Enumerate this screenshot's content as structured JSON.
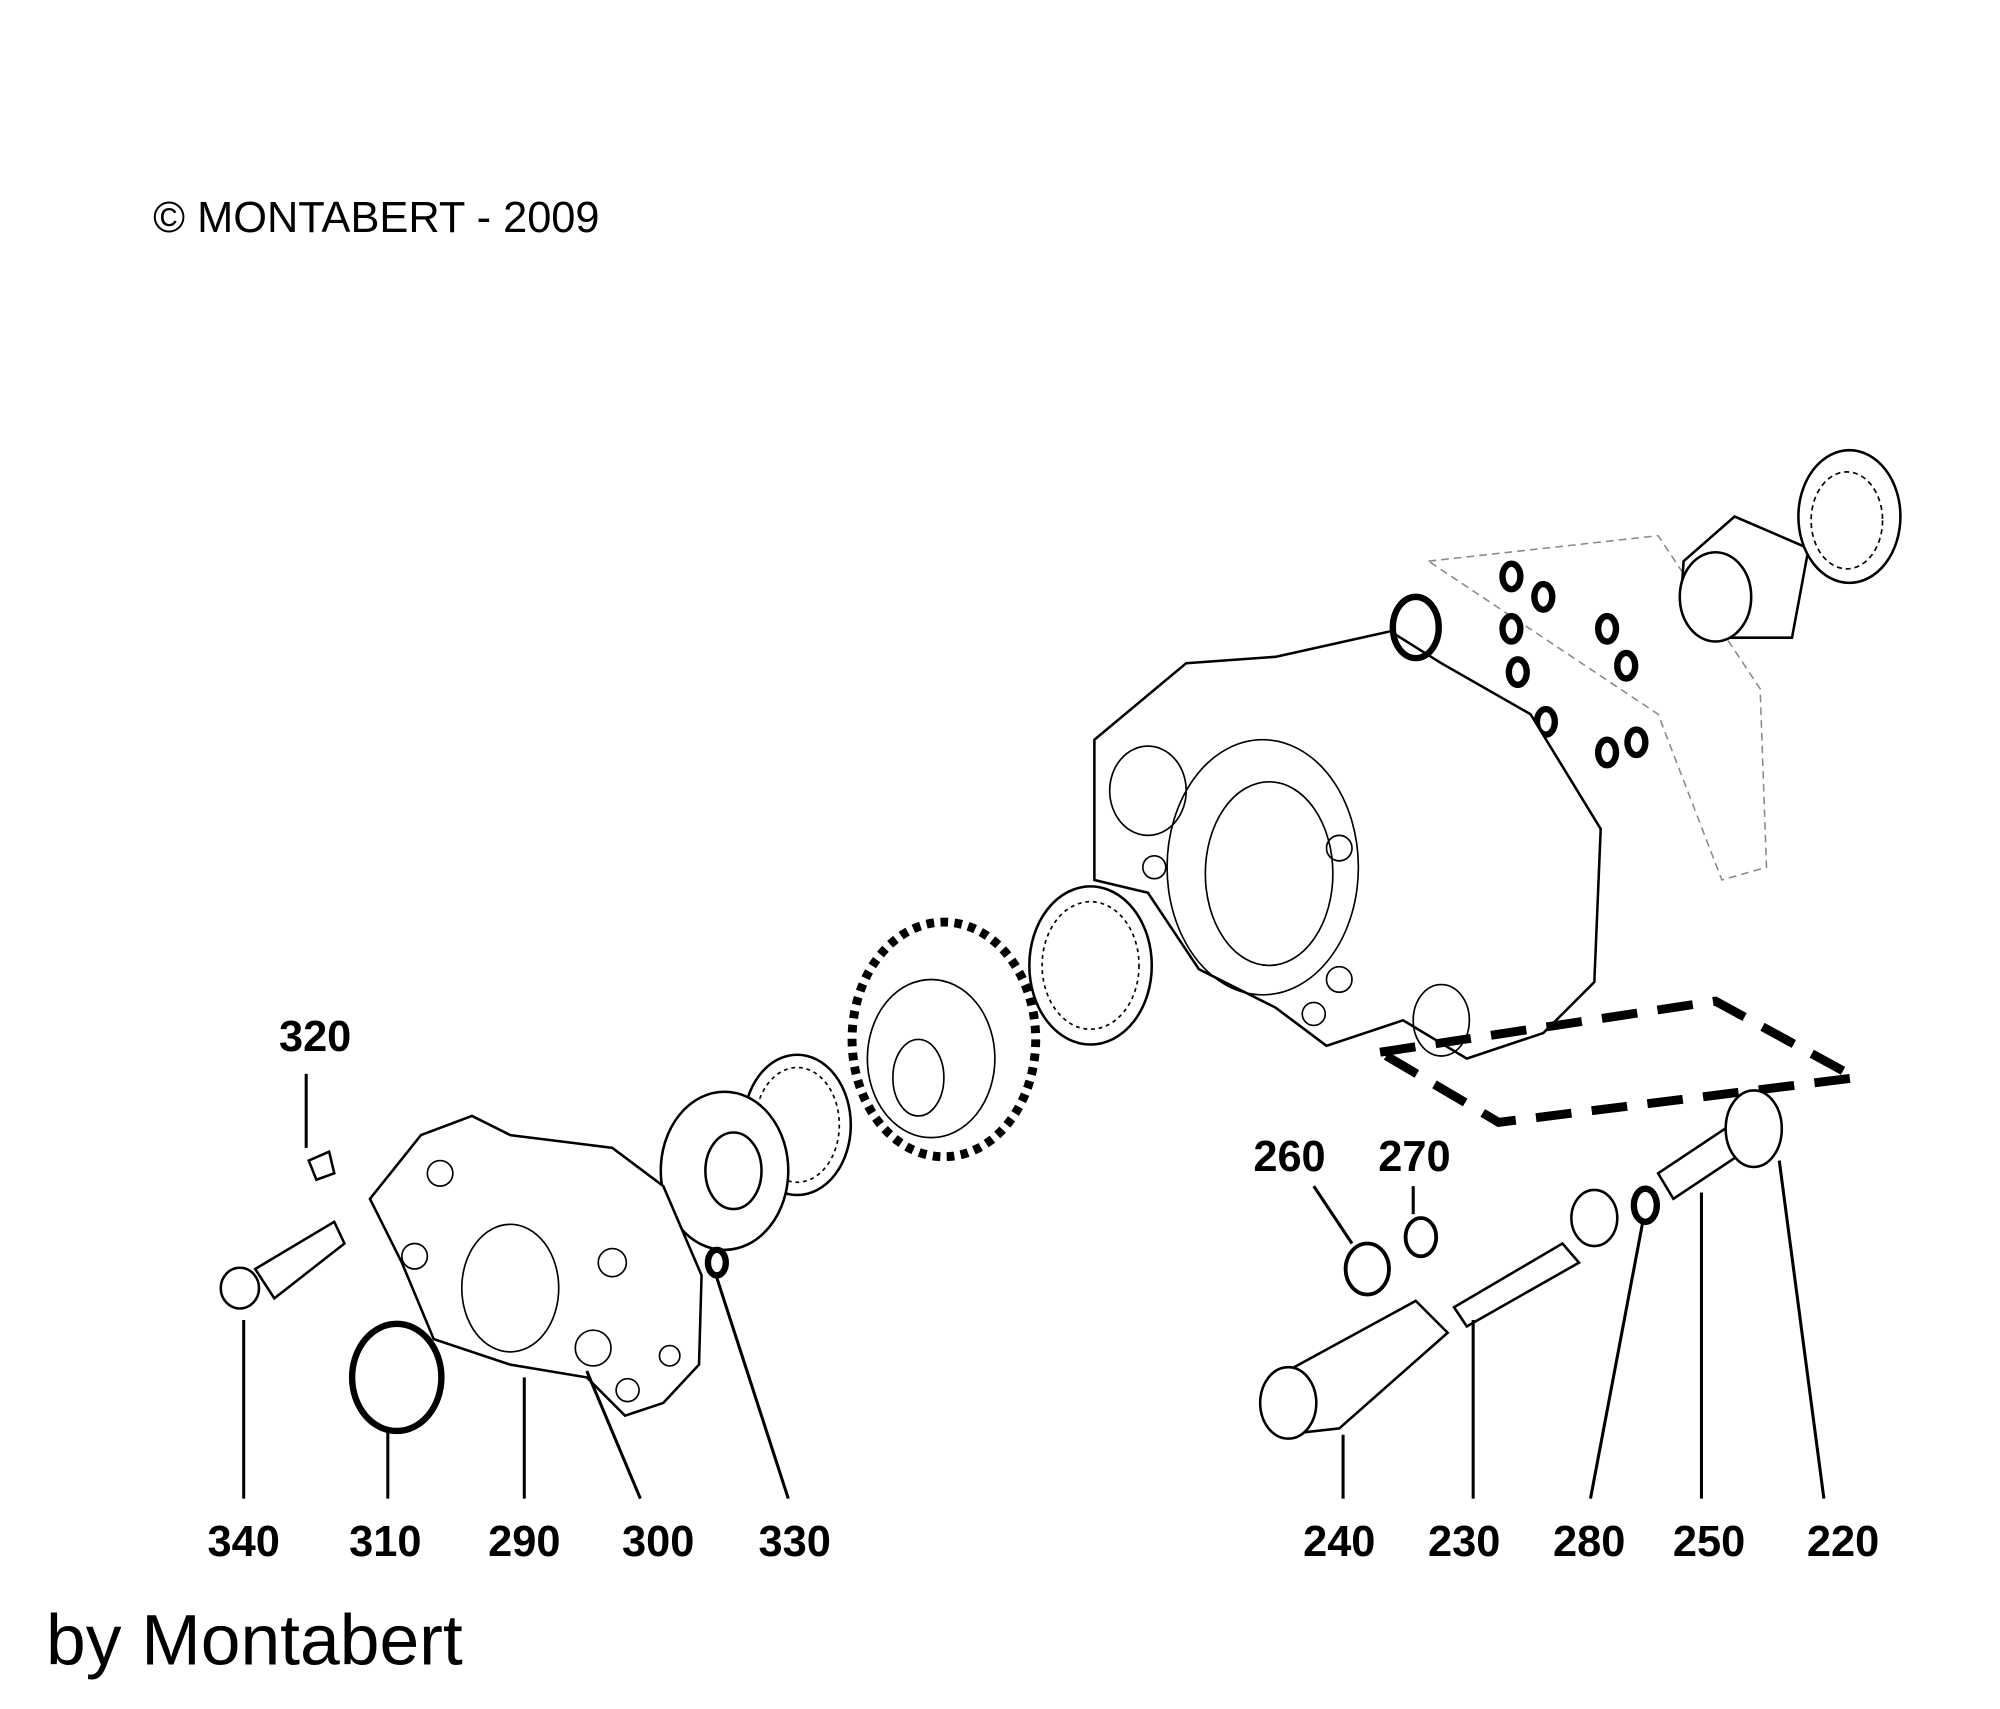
{
  "copyright": "© MONTABERT - 2009",
  "credit": "by Montabert",
  "labels": {
    "p220": "220",
    "p230": "230",
    "p240": "240",
    "p250": "250",
    "p260": "260",
    "p270": "270",
    "p280": "280",
    "p290": "290",
    "p300": "300",
    "p310": "310",
    "p320": "320",
    "p330": "330",
    "p340": "340"
  }
}
